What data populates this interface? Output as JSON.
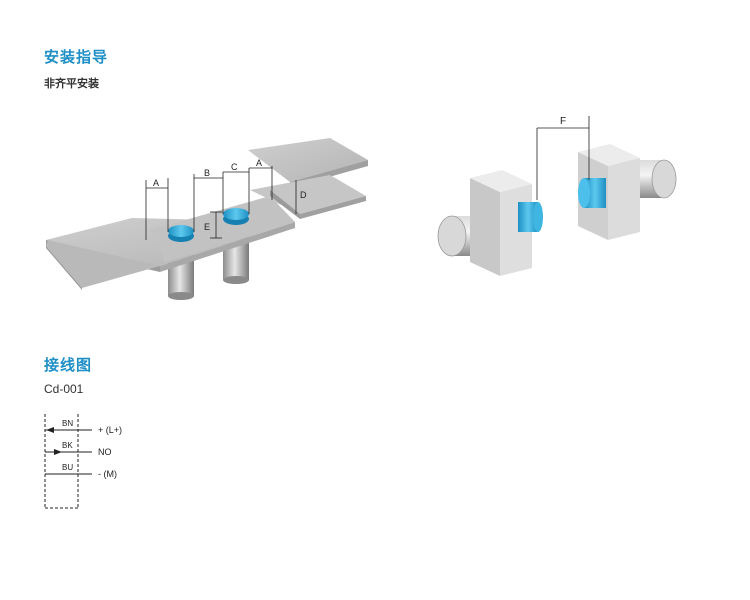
{
  "installation": {
    "title": "安装指导",
    "subtitle": "非齐平安装",
    "dims": {
      "a": "A",
      "b": "B",
      "c": "C",
      "d": "D",
      "e": "E",
      "f": "F"
    }
  },
  "wiring": {
    "title": "接线图",
    "model": "Cd-001",
    "wires": [
      {
        "code": "BN",
        "signal": "+ (L+)"
      },
      {
        "code": "BK",
        "signal": "NO"
      },
      {
        "code": "BU",
        "signal": "- (M)"
      }
    ]
  },
  "colors": {
    "accent": "#1e8fc6",
    "sensor_face": "#2aa9d8"
  }
}
